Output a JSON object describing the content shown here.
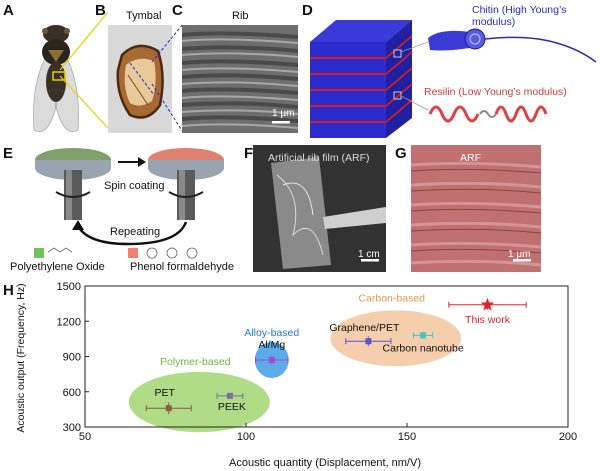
{
  "panels": {
    "A": {
      "letter": "A"
    },
    "B": {
      "letter": "B",
      "caption": "Tymbal"
    },
    "C": {
      "letter": "C",
      "caption": "Rib",
      "scalebar": "1 μm"
    },
    "D": {
      "letter": "D",
      "chitin": "Chitin (High Young’s modulus)",
      "resilin": "Resilin (Low Young’s modulus)"
    },
    "E": {
      "letter": "E",
      "step1": "Spin coating",
      "step2": "Repeating",
      "material1": "Polyethylene Oxide",
      "material2": "Phenol formaldehyde"
    },
    "F": {
      "letter": "F",
      "caption": "Artificial rib film (ARF)",
      "scalebar": "1 cm"
    },
    "G": {
      "letter": "G",
      "caption": "ARF",
      "scalebar": "1 μm"
    },
    "H": {
      "letter": "H"
    }
  },
  "colors": {
    "polymer": "#a8d87a",
    "alloy": "#4aa3e8",
    "carbon": "#f4c9a4",
    "this_work": "#e8202a",
    "chitin": "#2b2bb8",
    "resilin": "#d83a3a"
  },
  "chart_data": {
    "type": "scatter",
    "xlabel": "Acoustic quantity (Displacement, nm/V)",
    "ylabel": "Acoustic output (Frequency, Hz)",
    "xlim": [
      50,
      200
    ],
    "ylim": [
      300,
      1500
    ],
    "xticks": [
      "50",
      "100",
      "150",
      "200"
    ],
    "yticks": [
      "300",
      "600",
      "900",
      "1200",
      "1500"
    ],
    "groups": [
      {
        "label": "Polymer-based",
        "color": "#a8d87a"
      },
      {
        "label": "Alloy-based",
        "color": "#4aa3e8"
      },
      {
        "label": "Carbon-based",
        "color": "#f4c9a4"
      }
    ],
    "points": [
      {
        "label": "PET",
        "x": 76,
        "y": 460,
        "xerr": 7,
        "yerr": 50,
        "color": "#8b5a44",
        "marker": "square"
      },
      {
        "label": "PEEK",
        "x": 95,
        "y": 565,
        "xerr": 4,
        "yerr": 20,
        "color": "#7a6f9c",
        "marker": "square"
      },
      {
        "label": "Al/Mg",
        "x": 108,
        "y": 870,
        "xerr": 5,
        "yerr": 40,
        "color": "#a84bd8",
        "marker": "square"
      },
      {
        "label": "Graphene/PET",
        "x": 138,
        "y": 1030,
        "xerr": 7,
        "yerr": 40,
        "color": "#5a56c8",
        "marker": "square"
      },
      {
        "label": "Carbon nanotube",
        "x": 155,
        "y": 1080,
        "xerr": 3,
        "yerr": 30,
        "color": "#40c8c0",
        "marker": "square"
      },
      {
        "label": "This work",
        "x": 175,
        "y": 1340,
        "xerr": 12,
        "yerr": 40,
        "color": "#e8202a",
        "marker": "star"
      }
    ]
  }
}
